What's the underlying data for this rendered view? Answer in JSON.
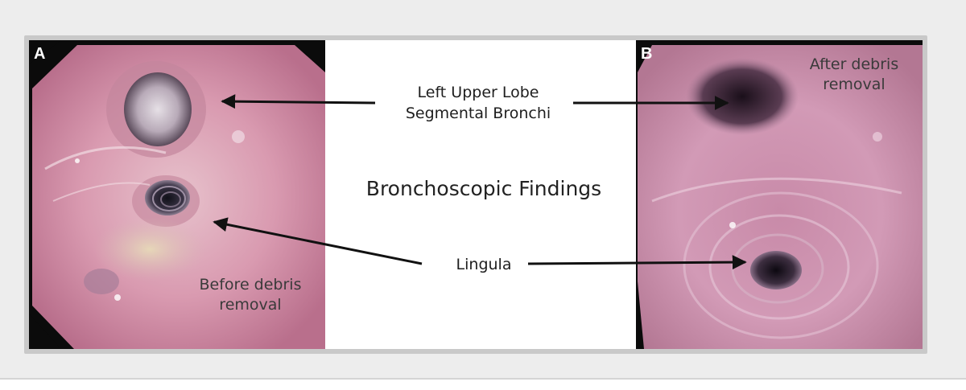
{
  "figure": {
    "title": "Bronchoscopic Findings",
    "labels": {
      "segmental_bronchi_line1": "Left Upper Lobe",
      "segmental_bronchi_line2": "Segmental Bronchi",
      "lingula": "Lingula"
    },
    "panel_a": {
      "letter": "A",
      "caption_line1": "Before debris",
      "caption_line2": "removal"
    },
    "panel_b": {
      "letter": "B",
      "caption_line1": "After debris",
      "caption_line2": "removal"
    }
  }
}
